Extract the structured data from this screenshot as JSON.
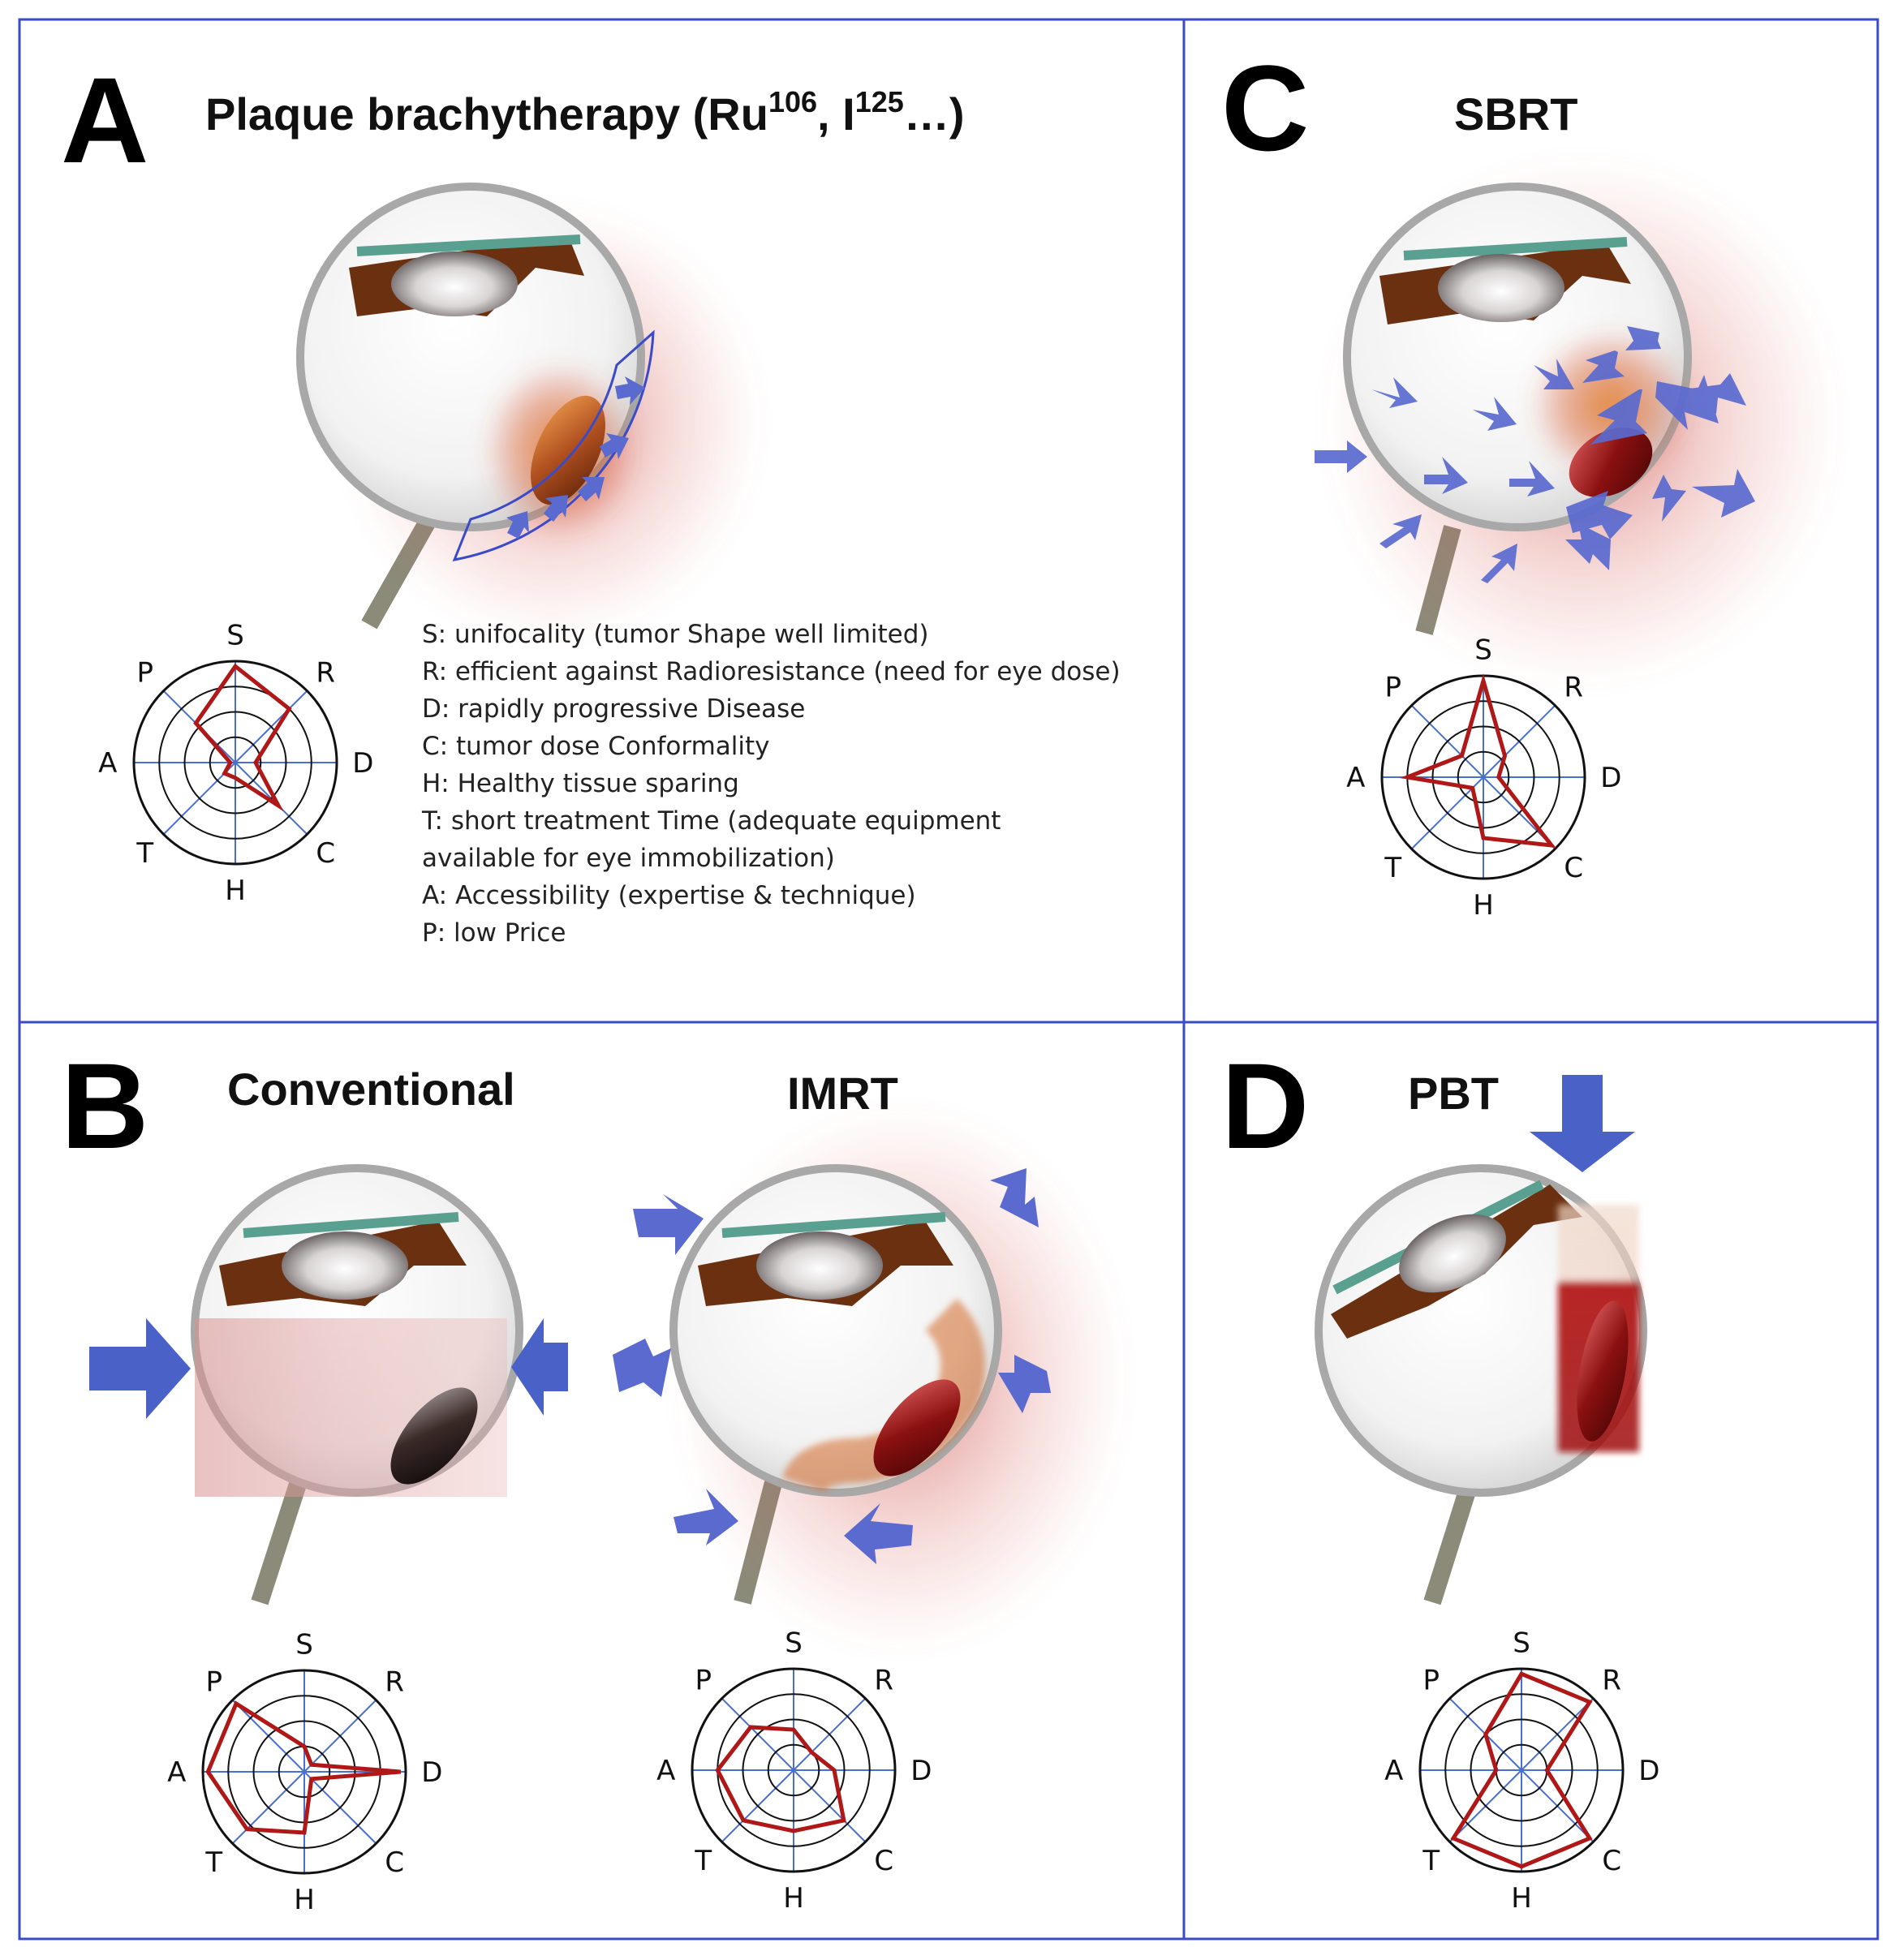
{
  "panels": {
    "A": {
      "letter": "A",
      "title_main": "Plaque brachytherapy (Ru",
      "sup1": "106",
      "title_mid": ", I",
      "sup2": "125",
      "title_end": "…)"
    },
    "B": {
      "letter": "B",
      "title_left": "Conventional",
      "title_right": "IMRT"
    },
    "C": {
      "letter": "C",
      "title": "SBRT"
    },
    "D": {
      "letter": "D",
      "title": "PBT"
    }
  },
  "radar": {
    "axes": [
      "S",
      "R",
      "D",
      "C",
      "H",
      "T",
      "A",
      "P"
    ],
    "rings": 4,
    "plots": [
      {
        "id": "A",
        "values": [
          0.95,
          0.75,
          0.2,
          0.6,
          0.15,
          0.15,
          0.05,
          0.55
        ]
      },
      {
        "id": "C",
        "values": [
          0.95,
          0.3,
          0.15,
          0.95,
          0.6,
          0.15,
          0.75,
          0.3
        ]
      },
      {
        "id": "B-conventional",
        "values": [
          0.25,
          0.1,
          0.95,
          0.1,
          0.6,
          0.8,
          0.95,
          0.95
        ]
      },
      {
        "id": "B-imrt",
        "values": [
          0.4,
          0.25,
          0.4,
          0.7,
          0.6,
          0.7,
          0.75,
          0.6
        ]
      },
      {
        "id": "D",
        "values": [
          0.95,
          0.95,
          0.25,
          0.95,
          0.95,
          0.95,
          0.25,
          0.5
        ]
      }
    ]
  },
  "legend": [
    "S: unifocality (tumor Shape well limited)",
    "R: efficient against Radioresistance (need for eye dose)",
    "D: rapidly progressive Disease",
    "C: tumor dose Conformality",
    "H:  Healthy tissue sparing",
    "T: short treatment Time (adequate equipment",
    "available for eye immobilization)",
    "A: Accessibility (expertise & technique)",
    "P: low Price"
  ],
  "colors": {
    "frame": "#3b4bc8",
    "arrow": "#4a62c8",
    "radar_line": "#b01818",
    "radar_axis": "#4a6fd0",
    "tumor_dark": "#3a1a10"
  }
}
